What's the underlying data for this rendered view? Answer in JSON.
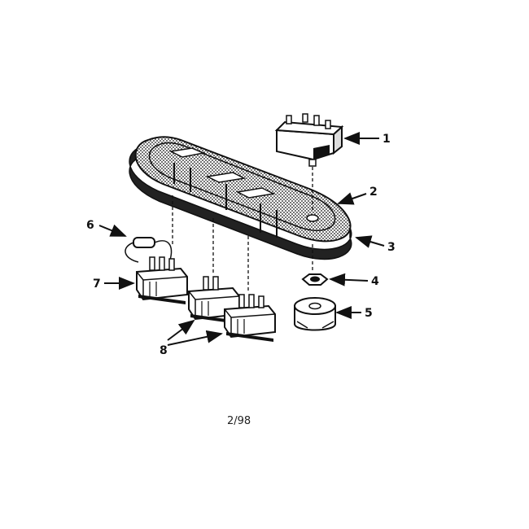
{
  "diagram": {
    "callouts": [
      "1",
      "2",
      "3",
      "4",
      "5",
      "6",
      "7",
      "8"
    ],
    "ink_color": "#111111",
    "background": "#ffffff"
  },
  "footer": {
    "code": "2/98"
  }
}
